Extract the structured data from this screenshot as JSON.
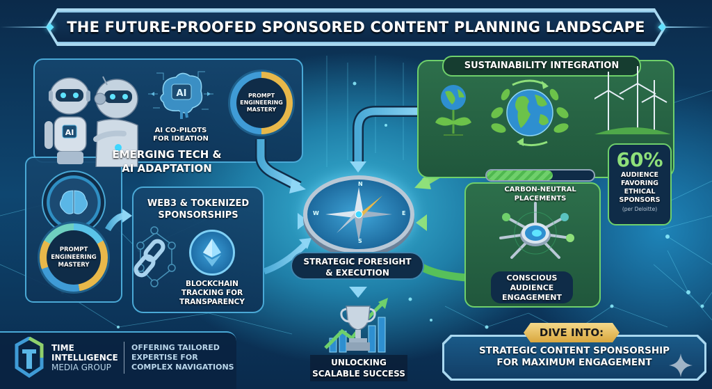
{
  "title": "THE FUTURE-PROOFED SPONSORED CONTENT PLANNING LANDSCAPE",
  "emerging_tech": {
    "heading_line1": "EMERGING TECH &",
    "heading_line2": "AI ADAPTATION",
    "ai_copilots_line1": "AI CO-PILOTS",
    "ai_copilots_line2": "FOR IDEATION",
    "robot_badge": "AI",
    "brain_badge": "AI",
    "prompt_ring_top": {
      "line1": "PROMPT",
      "line2": "ENGINEERING",
      "line3": "MASTERY"
    },
    "prompt_ring_bottom": {
      "line1": "PROMPT",
      "line2": "ENGINEERING",
      "line3": "MASTERY"
    }
  },
  "web3": {
    "heading_line1": "WEB3 & TOKENIZED",
    "heading_line2": "SPONSORSHIPS",
    "caption_line1": "BLOCKCHAIN",
    "caption_line2": "TRACKING FOR",
    "caption_line3": "TRANSPARENCY"
  },
  "center": {
    "compass_n": "N",
    "compass_s": "S",
    "compass_e": "E",
    "compass_w": "W",
    "label_line1": "STRATEGIC FORESIGHT",
    "label_line2": "& EXECUTION"
  },
  "sustainability": {
    "heading": "SUSTAINABILITY INTEGRATION",
    "progress_label_line1": "CARBON-NEUTRAL",
    "progress_label_line2": "PLACEMENTS",
    "progress_percent": 62,
    "stat_value": "60%",
    "stat_line1": "AUDIENCE",
    "stat_line2": "FAVORING",
    "stat_line3": "ETHICAL",
    "stat_line4": "SPONSORS",
    "stat_source": "(per Deloitte)",
    "engagement_line1": "CONSCIOUS",
    "engagement_line2": "AUDIENCE",
    "engagement_line3": "ENGAGEMENT"
  },
  "success": {
    "line1": "UNLOCKING",
    "line2": "SCALABLE SUCCESS"
  },
  "footer": {
    "brand_line1": "TIME",
    "brand_line2": "INTELLIGENCE",
    "brand_line3": "MEDIA GROUP",
    "tagline_line1": "OFFERING TAILORED",
    "tagline_line2": "EXPERTISE FOR",
    "tagline_line3": "COMPLEX NAVIGATIONS"
  },
  "cta": {
    "badge": "DIVE INTO:",
    "line1": "STRATEGIC CONTENT SPONSORSHIP",
    "line2": "FOR MAXIMUM ENGAGEMENT"
  },
  "colors": {
    "accent_blue": "#4aa9d6",
    "accent_green": "#6fd06b",
    "gold": "#e8b84a",
    "navy": "#0b2746"
  }
}
